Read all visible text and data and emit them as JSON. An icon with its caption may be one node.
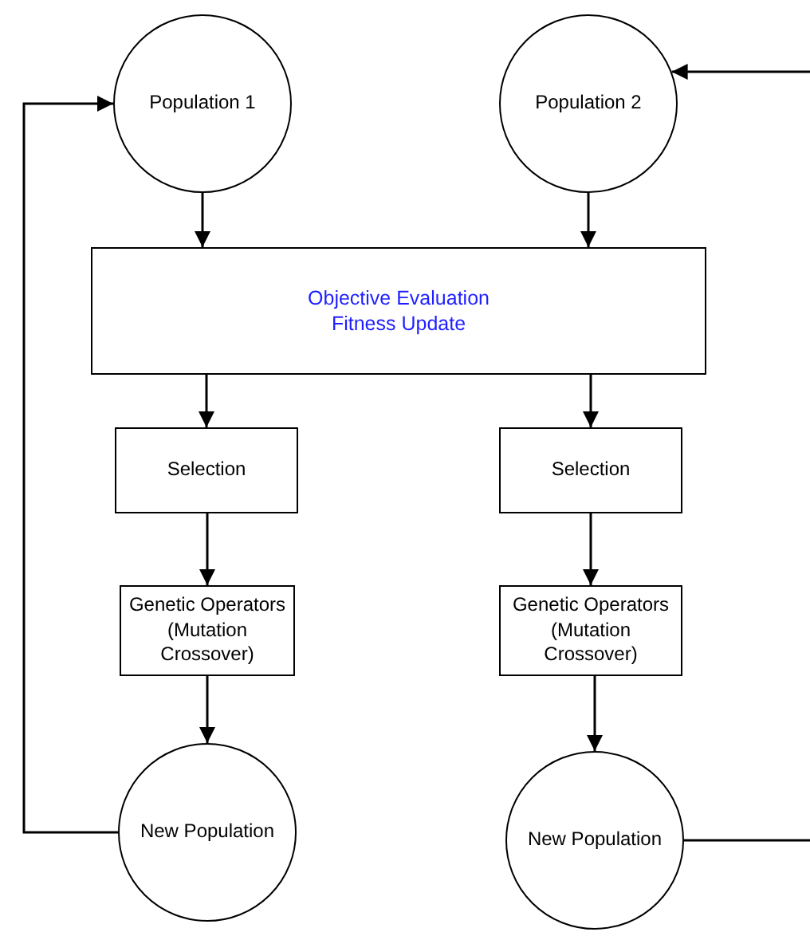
{
  "diagram": {
    "nodes": [
      {
        "text": [
          "Population 1"
        ]
      },
      {
        "text": [
          "Population 2"
        ]
      },
      {
        "text": [
          "Objective Evaluation",
          "Fitness Update"
        ]
      },
      {
        "text": [
          "Selection"
        ]
      },
      {
        "text": [
          "Selection"
        ]
      },
      {
        "text": [
          "Genetic Operators (Mutation Crossover)"
        ]
      },
      {
        "text": [
          "Genetic Operators (Mutation Crossover)"
        ]
      },
      {
        "text": [
          "New Population"
        ]
      },
      {
        "text": [
          "New Population"
        ]
      }
    ],
    "edges": [
      {
        "from": 0,
        "to": 2,
        "arrow": "to"
      },
      {
        "from": 1,
        "to": 2,
        "arrow": "to"
      },
      {
        "from": 2,
        "to": 3,
        "arrow": "to"
      },
      {
        "from": 2,
        "to": 4,
        "arrow": "to"
      },
      {
        "from": 3,
        "to": 5,
        "arrow": "to"
      },
      {
        "from": 4,
        "to": 6,
        "arrow": "to"
      },
      {
        "from": 5,
        "to": 7,
        "arrow": "to"
      },
      {
        "from": 6,
        "to": 8,
        "arrow": "to"
      },
      {
        "from": 7,
        "to": 0,
        "arrow": "to"
      },
      {
        "from": 8,
        "to": null,
        "arrow": "none"
      },
      {
        "from": null,
        "to": 1,
        "arrow": "to"
      }
    ]
  }
}
